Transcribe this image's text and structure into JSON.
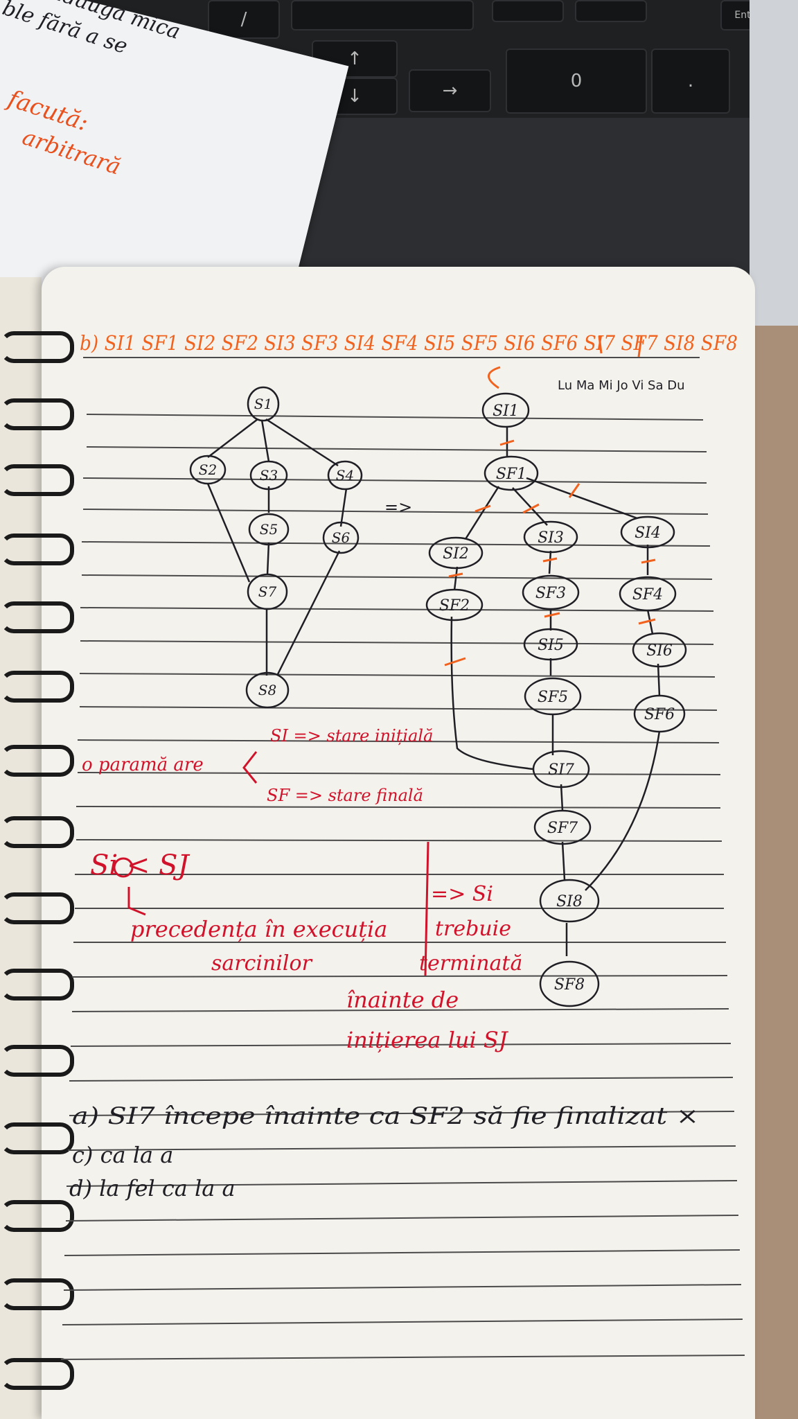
{
  "keyboard": {
    "keys": [
      "/",
      "↑",
      "↓",
      "→",
      "0",
      ".",
      "Ent"
    ]
  },
  "paper_note": {
    "lines": [
      "adauga mica",
      "ble fără a se",
      "facută:",
      "arbitrară"
    ]
  },
  "header": {
    "sequence": "b) SI1 SF1 SI2 SF2 SI3 SF3 SI4 SF4 SI5 SF5 SI6 SF6 SI7 SF7 SI8 SF8",
    "weekdays": "Lu Ma Mi Jo Vi Sa Du"
  },
  "left_graph": {
    "nodes": [
      {
        "id": "S1",
        "label": "S1"
      },
      {
        "id": "S2",
        "label": "S2"
      },
      {
        "id": "S3",
        "label": "S3"
      },
      {
        "id": "S4",
        "label": "S4"
      },
      {
        "id": "S5",
        "label": "S5"
      },
      {
        "id": "S6",
        "label": "S6"
      },
      {
        "id": "S7",
        "label": "S7"
      },
      {
        "id": "S8",
        "label": "S8"
      }
    ],
    "arrow": "=>"
  },
  "right_graph": {
    "nodes": [
      {
        "id": "SI1",
        "label": "SI1"
      },
      {
        "id": "SF1",
        "label": "SF1"
      },
      {
        "id": "SI2",
        "label": "SI2"
      },
      {
        "id": "SI3",
        "label": "SI3"
      },
      {
        "id": "SI4",
        "label": "SI4"
      },
      {
        "id": "SF2",
        "label": "SF2"
      },
      {
        "id": "SF3",
        "label": "SF3"
      },
      {
        "id": "SF4",
        "label": "SF4"
      },
      {
        "id": "SI5",
        "label": "SI5"
      },
      {
        "id": "SI6",
        "label": "SI6"
      },
      {
        "id": "SF5",
        "label": "SF5"
      },
      {
        "id": "SF6",
        "label": "SF6"
      },
      {
        "id": "SI7",
        "label": "SI7"
      },
      {
        "id": "SF7",
        "label": "SF7"
      },
      {
        "id": "SI8",
        "label": "SI8"
      },
      {
        "id": "SF8",
        "label": "SF8"
      }
    ]
  },
  "notes": {
    "si_def": "SI => stare inițială",
    "param_label": "o paramă are",
    "sf_def": "SF => stare finală",
    "prec_formula": "Si < SJ",
    "prec_text_1": "precedența în execuția",
    "prec_text_2": "sarcinilor",
    "impl_1": "=> Si",
    "impl_2": "trebuie",
    "impl_3": "terminată",
    "impl_4": "înainte de",
    "impl_5": "inițierea lui SJ"
  },
  "answers": {
    "a": "a) SI7 începe înainte ca SF2 să fie finalizat ×",
    "c": "c) ca la a",
    "d": "d) la fel ca la a"
  },
  "colors": {
    "red_ink": "#d0122a",
    "orange_ink": "#f0621e",
    "black_ink": "#1e1e24",
    "paper": "#f4f2ec",
    "ruled_line": "#4a4a4a"
  }
}
